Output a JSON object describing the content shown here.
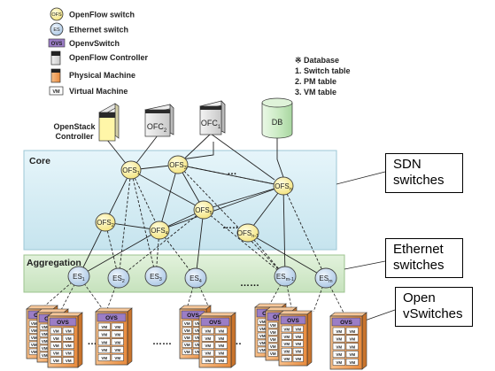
{
  "legend": [
    {
      "glyph": "OFS",
      "label": "OpenFlow switch",
      "icon": "openflow-switch-icon"
    },
    {
      "glyph": "ES",
      "label": "Ethernet switch",
      "icon": "ethernet-switch-icon"
    },
    {
      "glyph": "OVS",
      "label": "OpenvSwitch",
      "icon": "openvswitch-icon"
    },
    {
      "glyph": "",
      "label": "OpenFlow Controller",
      "icon": "controller-icon"
    },
    {
      "glyph": "",
      "label": "Physical Machine",
      "icon": "physical-machine-icon"
    },
    {
      "glyph": "VM",
      "label": "Virtual Machine",
      "icon": "virtual-machine-icon"
    }
  ],
  "database_note": {
    "title": "※ Database",
    "items": [
      "1.  Switch table",
      "2.  PM table",
      "3.  VM table"
    ]
  },
  "controllers": {
    "openstack": [
      "OpenStack",
      "Controller"
    ],
    "ofc2": {
      "base": "OFC",
      "sub": "2"
    },
    "ofc1": {
      "base": "OFC",
      "sub": "1"
    },
    "db": "DB"
  },
  "layers": {
    "core": "Core",
    "aggregation": "Aggregation"
  },
  "core_switches": [
    {
      "base": "OFS",
      "sub": "1"
    },
    {
      "base": "OFS",
      "sub": "3"
    },
    {
      "base": "OFS",
      "sub": "n"
    },
    {
      "base": "OFS",
      "sub": "2"
    },
    {
      "base": "OFS",
      "sub": "4"
    },
    {
      "base": "OFS",
      "sub": "5"
    },
    {
      "base": "OFS",
      "sub": "n-1"
    }
  ],
  "aggregation_switches": [
    {
      "base": "ES",
      "sub": "1"
    },
    {
      "base": "ES",
      "sub": "2"
    },
    {
      "base": "ES",
      "sub": "3"
    },
    {
      "base": "ES",
      "sub": "4"
    },
    {
      "base": "ES",
      "sub": "m-1"
    },
    {
      "base": "ES",
      "sub": "m"
    }
  ],
  "ellipses": [
    "…",
    "……",
    "……",
    "…",
    "……",
    "……"
  ],
  "ovs_label": "OVS",
  "vm_label": "VM",
  "annotations": {
    "sdn": [
      "SDN",
      "switches"
    ],
    "ethernet": [
      "Ethernet",
      "switches"
    ],
    "open": [
      "Open",
      "vSwitches"
    ]
  },
  "colors": {
    "core_band": "#d4ecf4",
    "aggregation_band": "#d6ecd0",
    "ofs_fill": "#fff8a8",
    "es_fill": "#cfe0f2",
    "ovs_fill": "#9b7dc6",
    "pm_fill": "#f5a860",
    "controller_fill": "#fffccc"
  }
}
